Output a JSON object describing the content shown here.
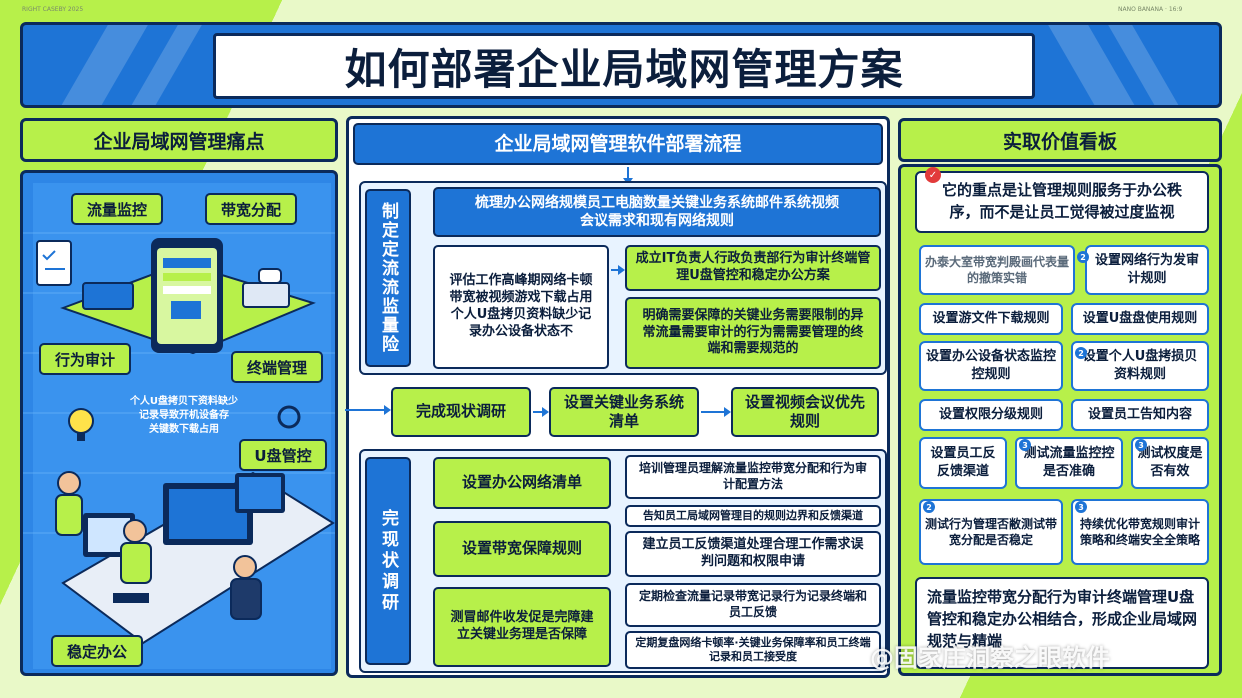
{
  "header": {
    "title": "如何部署企业局域网管理方案",
    "tl_text": "RIGHT CASEBY 2025",
    "tr_text": "NANO BANANA · 16:9"
  },
  "left": {
    "heading": "企业局域网管理痛点",
    "tags": [
      "流量监控",
      "带宽分配",
      "行为审计",
      "终端管理",
      "U盘管控",
      "稳定办公"
    ],
    "note": "个人U盘拷贝下资料缺少\n记录导致开机设备存\n关键数下载占用"
  },
  "middle": {
    "heading": "企业局域网管理软件部署流程",
    "stage1_label": "制定定流流监量险",
    "top_box": "梳理办公网络规模员工电脑数量关键业务系统邮件系统视频会议需求和现有网络规则",
    "eval_box": "评估工作高峰期网络卡顿带宽被视频游戏下载占用个人U盘拷贝资料缺少记录办公设备状态不",
    "it_box": "成立IT负责人行政负责部行为审计终端管理U盘管控和稳定办公方案",
    "need_box": "明确需要保障的关键业务需要限制的异常流量需要审计的行为需需要管理的终端和需要规范的",
    "flow": [
      "完成现状调研",
      "设置关键业务系统清单",
      "设置视频会议优先规则"
    ],
    "stage2_label": "完现状调研",
    "steps": [
      {
        "left": "设置办公网络清单",
        "right": [
          "培训管理员理解流量监控带宽分配和行为审计配置方法",
          "告知员工局域网管理目的规则边界和反馈渠道"
        ]
      },
      {
        "left": "设置带宽保障规则",
        "right": [
          "建立员工反馈渠道处理合理工作需求误判问题和权限申请"
        ]
      },
      {
        "left": "测冒邮件收发促是完障建立关键业务理是否保障",
        "right": [
          "定期检查流量记录带宽记录行为记录终端和员工反馈",
          "定期复盘网络卡顿率·关键业务保障率和员工终端记录和员工接受度"
        ]
      }
    ]
  },
  "right": {
    "heading": "实取价值看板",
    "intro": "它的重点是让管理规则服务于办公秩序，而不是让员工觉得被过度监视",
    "cards": [
      "办泰大室带宽判殿画代表量的撤策实错",
      "设置网络行为发审计规则",
      "设置游文件下载规则",
      "设置U盘盘使用规则",
      "设置办公设备状态监控控规则",
      "设置个人U盘拷损贝资料规则",
      "设置权限分级规则",
      "设置员工告知内容",
      "设置员工反反馈渠道",
      "测试流量监控控是否准确",
      "测试权度是否有效",
      "测试行为管理否敝测试带宽分配是否稳定",
      "持续优化带宽规则审计策略和终端安全全策略"
    ],
    "summary": "流量监控带宽分配行为审计终端管理U盘管控和稳定办公相结合，形成企业局域网规范与精端"
  },
  "watermark": "@固家庄洞察之眼软件"
}
